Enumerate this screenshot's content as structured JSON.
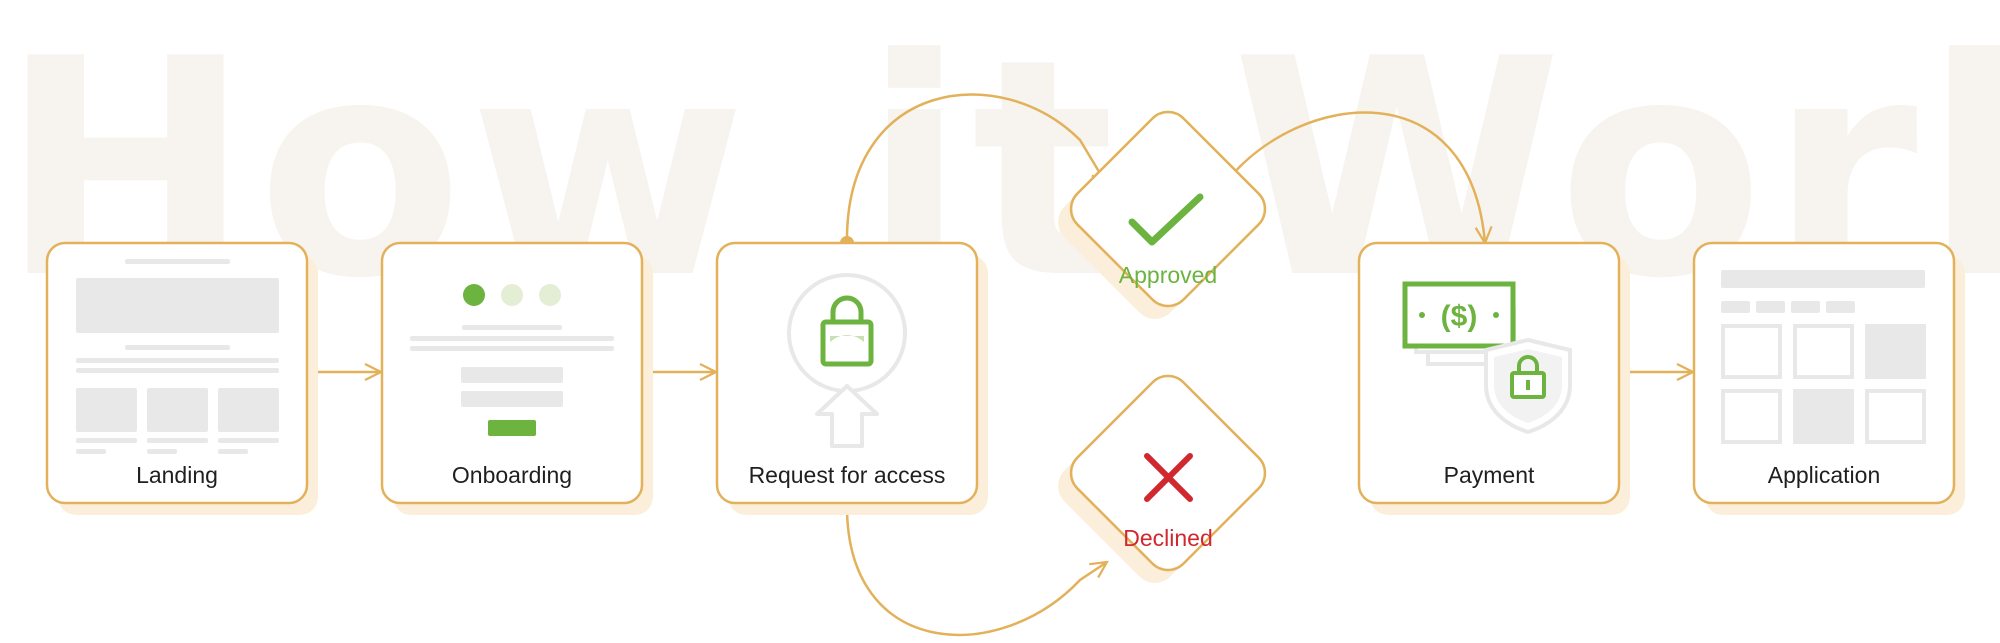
{
  "background_title": "How it Works",
  "steps": [
    {
      "label": "Landing"
    },
    {
      "label": "Onboarding"
    },
    {
      "label": "Request for access"
    },
    {
      "label": "Payment"
    },
    {
      "label": "Application"
    }
  ],
  "decisions": {
    "approved": {
      "label": "Approved"
    },
    "declined": {
      "label": "Declined"
    }
  },
  "payment_icon_text": "($)",
  "colors": {
    "connector": "#e2b15a",
    "box_border": "#e2b15a",
    "box_shadow": "#fbefdc",
    "accent_green": "#6cb33f",
    "accent_red": "#d0282e",
    "placeholder_gray": "#e8e8e8"
  },
  "icons": [
    "check-icon",
    "cross-icon",
    "lock-icon",
    "upload-arrow-icon",
    "cash-icon",
    "shield-lock-icon"
  ]
}
